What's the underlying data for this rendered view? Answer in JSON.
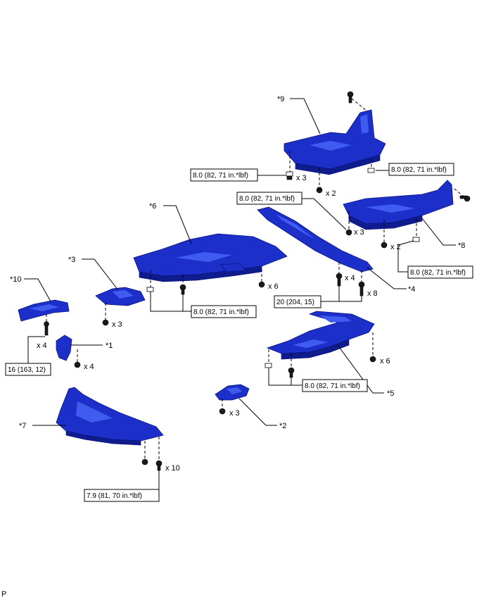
{
  "callouts": {
    "c1": "*1",
    "c2": "*2",
    "c3": "*3",
    "c4": "*4",
    "c5": "*5",
    "c6": "*6",
    "c7": "*7",
    "c8": "*8",
    "c9": "*9",
    "c10": "*10"
  },
  "torque": {
    "t9_left": "8.0 (82, 71 in.*lbf)",
    "t9_right": "8.0 (82, 71 in.*lbf)",
    "t4_top": "8.0 (82, 71 in.*lbf)",
    "t8": "8.0 (82, 71 in.*lbf)",
    "t6": "8.0 (82, 71 in.*lbf)",
    "t4_bolt": "20 (204, 15)",
    "t5": "8.0 (82, 71 in.*lbf)",
    "t10": "16 (163, 12)",
    "t7": "7.9 (81, 70 in.*lbf)"
  },
  "quantities": {
    "q9_a": "x 3",
    "q9_b": "x 2",
    "q4_a": "x 3",
    "q8": "x 2",
    "q6": "x 6",
    "q4_b": "x 4",
    "q4_c": "x 8",
    "q3": "x 3",
    "q10": "x 4",
    "q1": "x 4",
    "q5": "x 6",
    "q2": "x 3",
    "q7": "x 10"
  },
  "footer": {
    "code": "P"
  },
  "colors": {
    "part": "#1c2fc9",
    "part_dark": "#0e1c8e",
    "highlight": "#3f5bf0"
  }
}
